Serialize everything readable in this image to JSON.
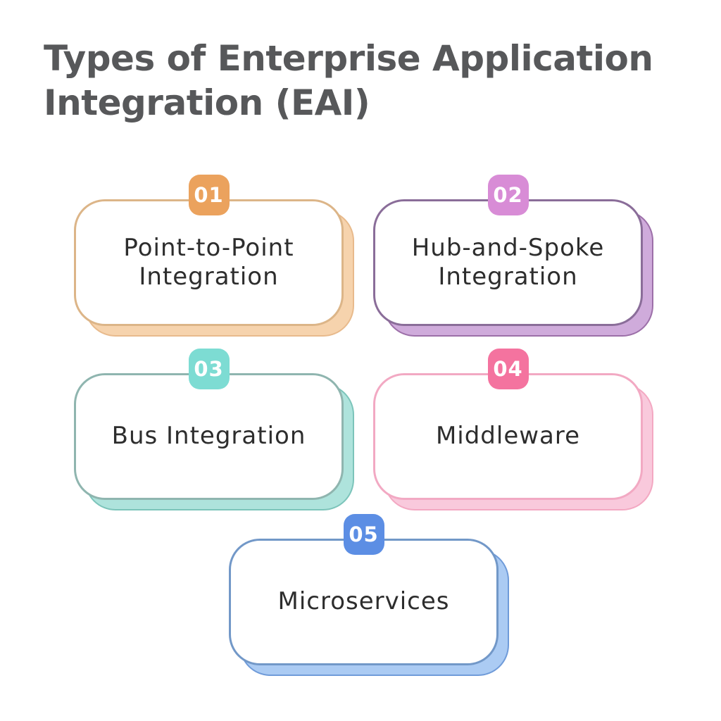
{
  "page": {
    "background_color": "#ffffff"
  },
  "title": {
    "text": "Types of Enterprise Application Integration (EAI)",
    "lines": [
      "Types of Enterprise Application",
      "Integration (EAI)"
    ],
    "color": "#57585a"
  },
  "cards": [
    {
      "number": "01",
      "label": "Point-to-Point Integration",
      "colors": {
        "badge": "#eba25d",
        "border": "#dcb588",
        "shadow_fill": "#f6d3ad",
        "shadow_edge": "#e8ba8c"
      }
    },
    {
      "number": "02",
      "label": "Hub-and-Spoke Integration",
      "colors": {
        "badge": "#d88cd6",
        "border": "#8a6d99",
        "shadow_fill": "#cfabdb",
        "shadow_edge": "#9c6fa8"
      }
    },
    {
      "number": "03",
      "label": "Bus Integration",
      "colors": {
        "badge": "#7ddcd3",
        "border": "#8fb5af",
        "shadow_fill": "#aee3dc",
        "shadow_edge": "#7cc4ba"
      }
    },
    {
      "number": "04",
      "label": "Middleware",
      "colors": {
        "badge": "#f4739f",
        "border": "#f2a9c3",
        "shadow_fill": "#f9c9dc",
        "shadow_edge": "#f3a8c2"
      }
    },
    {
      "number": "05",
      "label": "Microservices",
      "colors": {
        "badge": "#5c8ee4",
        "border": "#7298c8",
        "shadow_fill": "#abcbf3",
        "shadow_edge": "#6f9bd9"
      }
    }
  ]
}
